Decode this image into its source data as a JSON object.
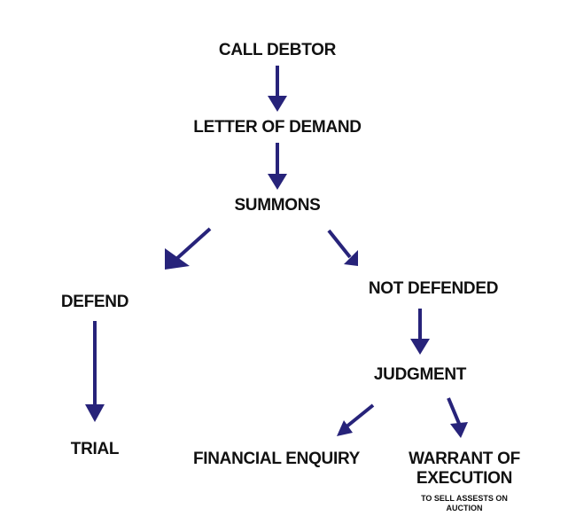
{
  "nodes": {
    "call_debtor": "CALL DEBTOR",
    "letter_of_demand": "LETTER OF DEMAND",
    "summons": "SUMMONS",
    "defend": "DEFEND",
    "not_defended": "NOT DEFENDED",
    "trial": "TRIAL",
    "judgment": "JUDGMENT",
    "financial_enquiry": "FINANCIAL ENQUIRY",
    "warrant_of_execution_line1": "WARRANT OF",
    "warrant_of_execution_line2": "EXECUTION",
    "warrant_note": "TO SELL ASSESTS ON AUCTION"
  },
  "colors": {
    "arrow": "#27237a",
    "text": "#111111",
    "background": "#ffffff"
  }
}
